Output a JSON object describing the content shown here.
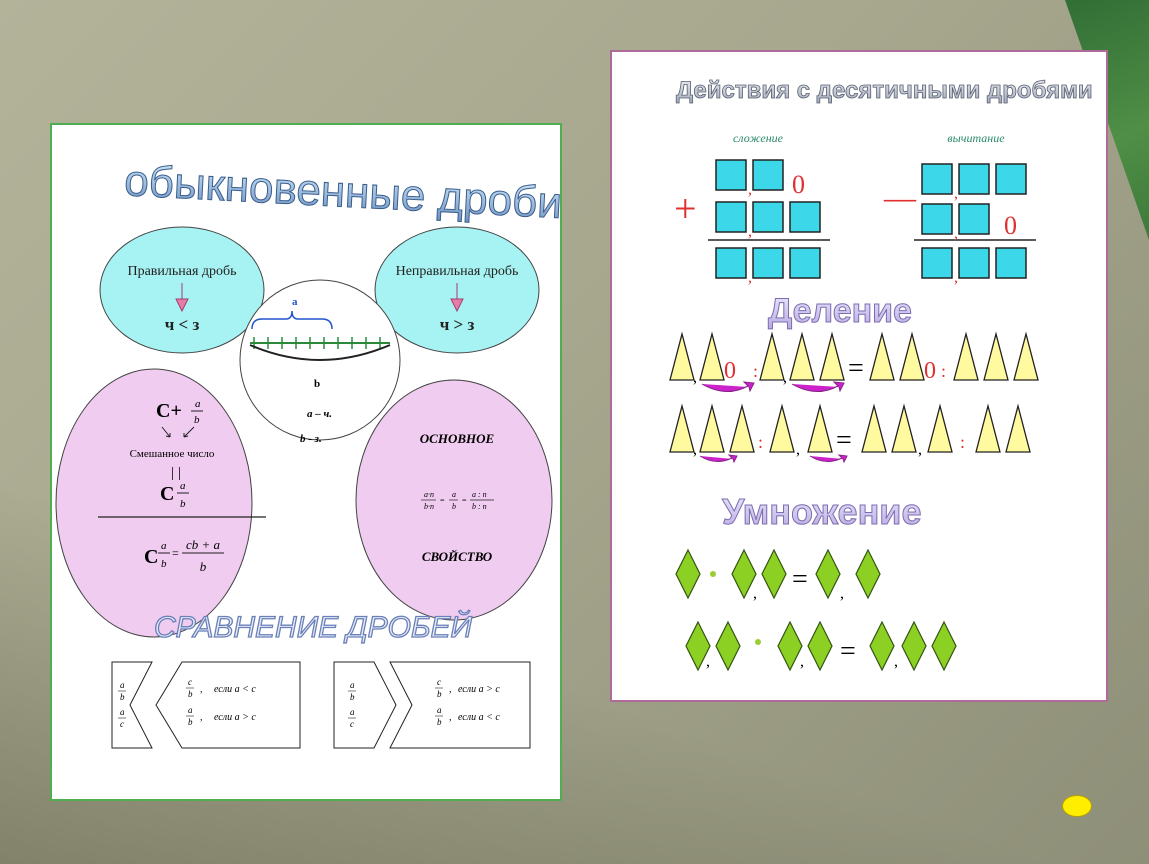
{
  "left": {
    "title": "обыкновенные дроби",
    "proper_label": "Правильная дробь",
    "proper_rule": "ч < з",
    "improper_label": "Неправильная дробь",
    "improper_rule": "ч > з",
    "seg_a": "a",
    "seg_b": "b",
    "seg_a_def": "a – ч.",
    "seg_b_def": "b  -  з.",
    "mixed_top_c": "C+",
    "mixed_label": "Смешанное число",
    "mixed_equal": "| |",
    "mixed_c": "C",
    "frac_a": "a",
    "frac_b": "b",
    "mixed_formula_num": "cb + a",
    "mixed_formula_den": "b",
    "basic_top": "ОСНОВНОЕ",
    "basic_bottom": "СВОЙСТВО",
    "basic_formula": [
      "a·n",
      "b·n",
      "=",
      "a",
      "b",
      "=",
      "a : n",
      "b : n"
    ],
    "compare_title": "СРАВНЕНИЕ ДРОБЕЙ",
    "cmp_if1": "если   a  <  c",
    "cmp_if2": "если   a  >  c",
    "cmp_if3": "если a  >  c",
    "cmp_if4": "если a  <  c",
    "cmp_c": "c",
    "cmp_b": "b"
  },
  "right": {
    "title": "Действия с десятичными дробями",
    "add_label": "сложение",
    "sub_label": "вычитание",
    "plus": "+",
    "minus": "—",
    "zero": "0",
    "comma": ",",
    "division_title": "Деление",
    "mult_title": "Умножение",
    "eq": "=",
    "colon": ":",
    "dot": "·"
  }
}
